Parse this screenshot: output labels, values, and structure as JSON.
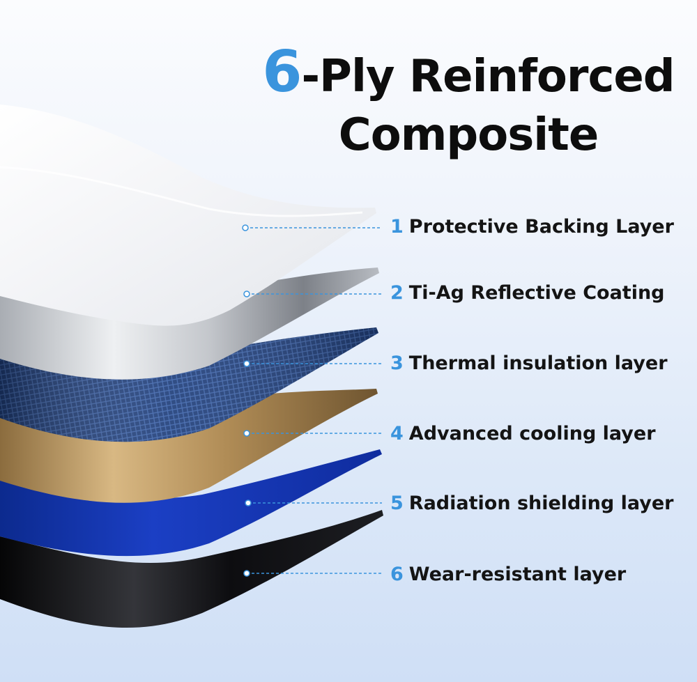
{
  "header": {
    "highlight": "6",
    "line1_rest": "-Ply Reinforced",
    "line2": "Composite"
  },
  "layers": [
    {
      "number": "1",
      "label": "Protective Backing Layer",
      "color": "#f4f5f7"
    },
    {
      "number": "2",
      "label": "Ti-Ag Reflective Coating",
      "color": "#b9bcc1"
    },
    {
      "number": "3",
      "label": "Thermal insulation layer",
      "color": "#1e3d78"
    },
    {
      "number": "4",
      "label": "Advanced cooling layer",
      "color": "#b99660"
    },
    {
      "number": "5",
      "label": "Radiation shielding layer",
      "color": "#1637b4"
    },
    {
      "number": "6",
      "label": "Wear-resistant layer",
      "color": "#0c0c0e"
    }
  ],
  "colors": {
    "accent": "#3a94dd",
    "leader_line": "#3a94dd",
    "text": "#141414"
  }
}
